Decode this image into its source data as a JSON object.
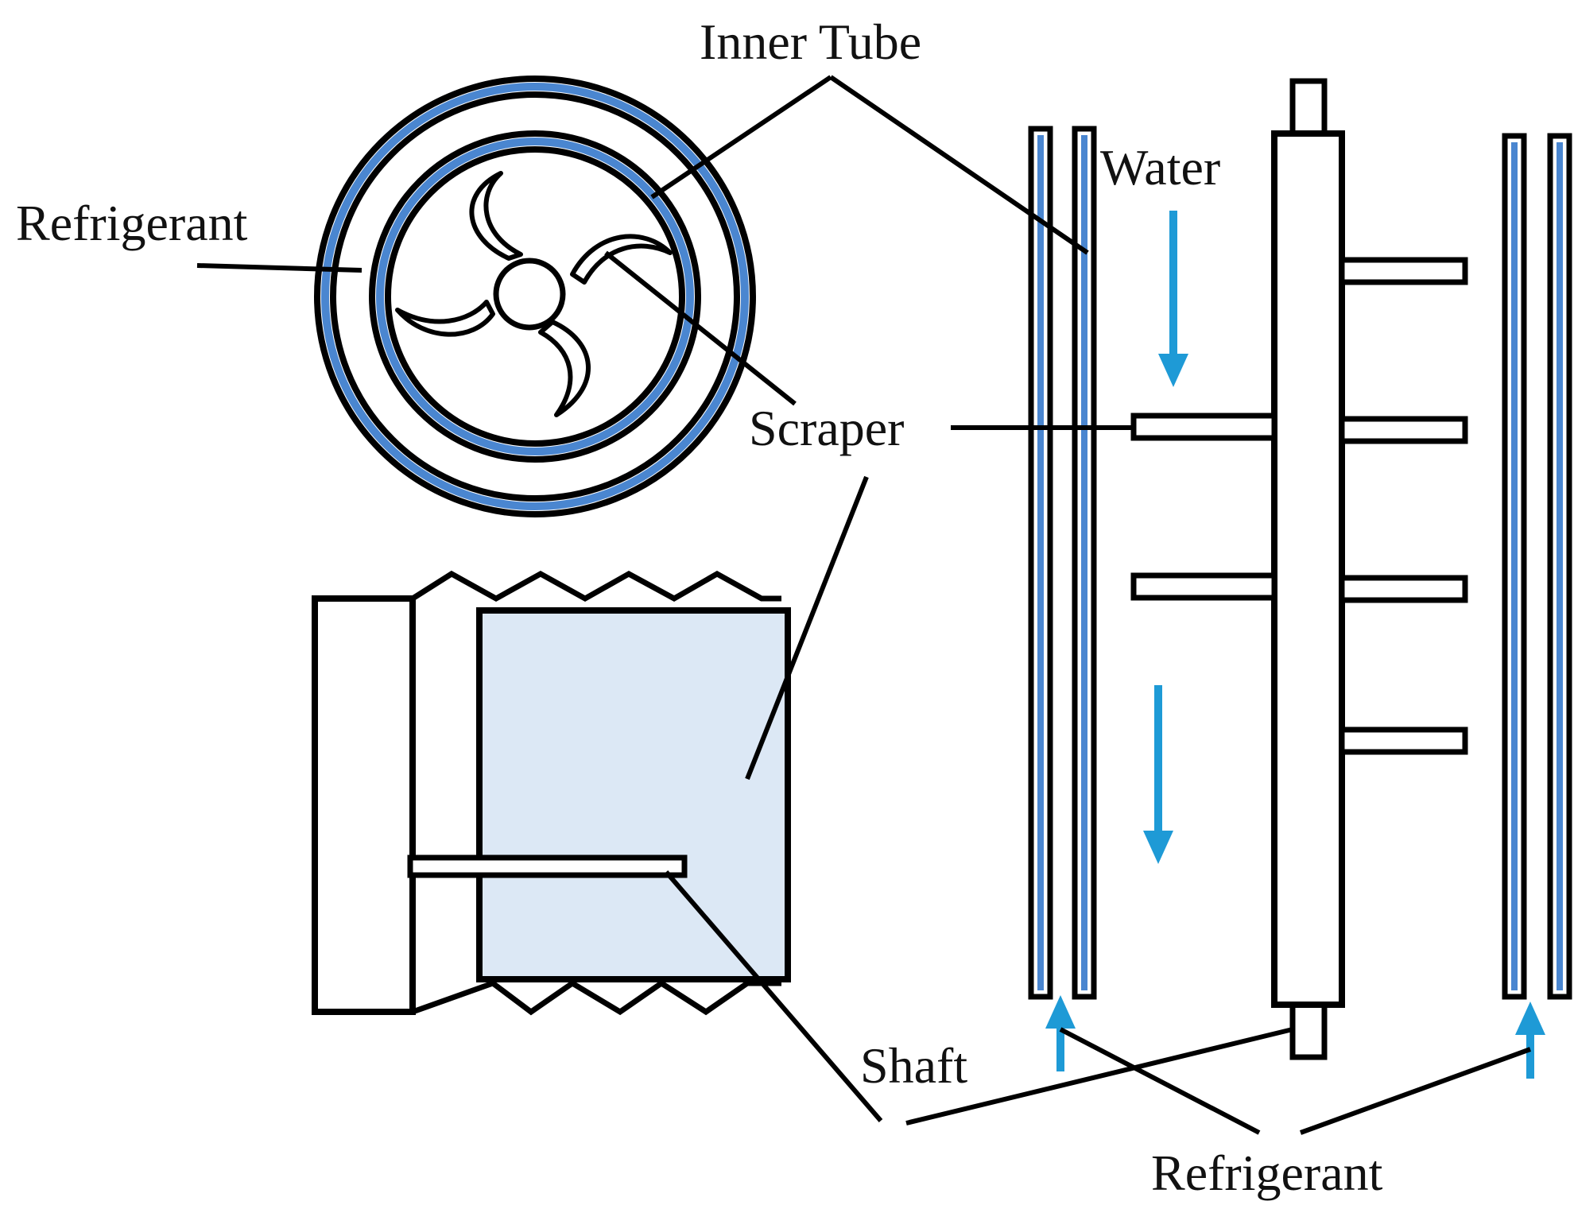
{
  "labels": {
    "inner_tube": "Inner Tube",
    "water": "Water",
    "refrigerant_left": "Refrigerant",
    "scraper": "Scraper",
    "shaft": "Shaft",
    "refrigerant_bottom": "Refrigerant"
  },
  "colors": {
    "outline": "#000000",
    "tube_wall": "#4a86d0",
    "flow_arrow": "#1e9ad6",
    "scraper_fill": "#dce8f5",
    "background": "#ffffff"
  }
}
